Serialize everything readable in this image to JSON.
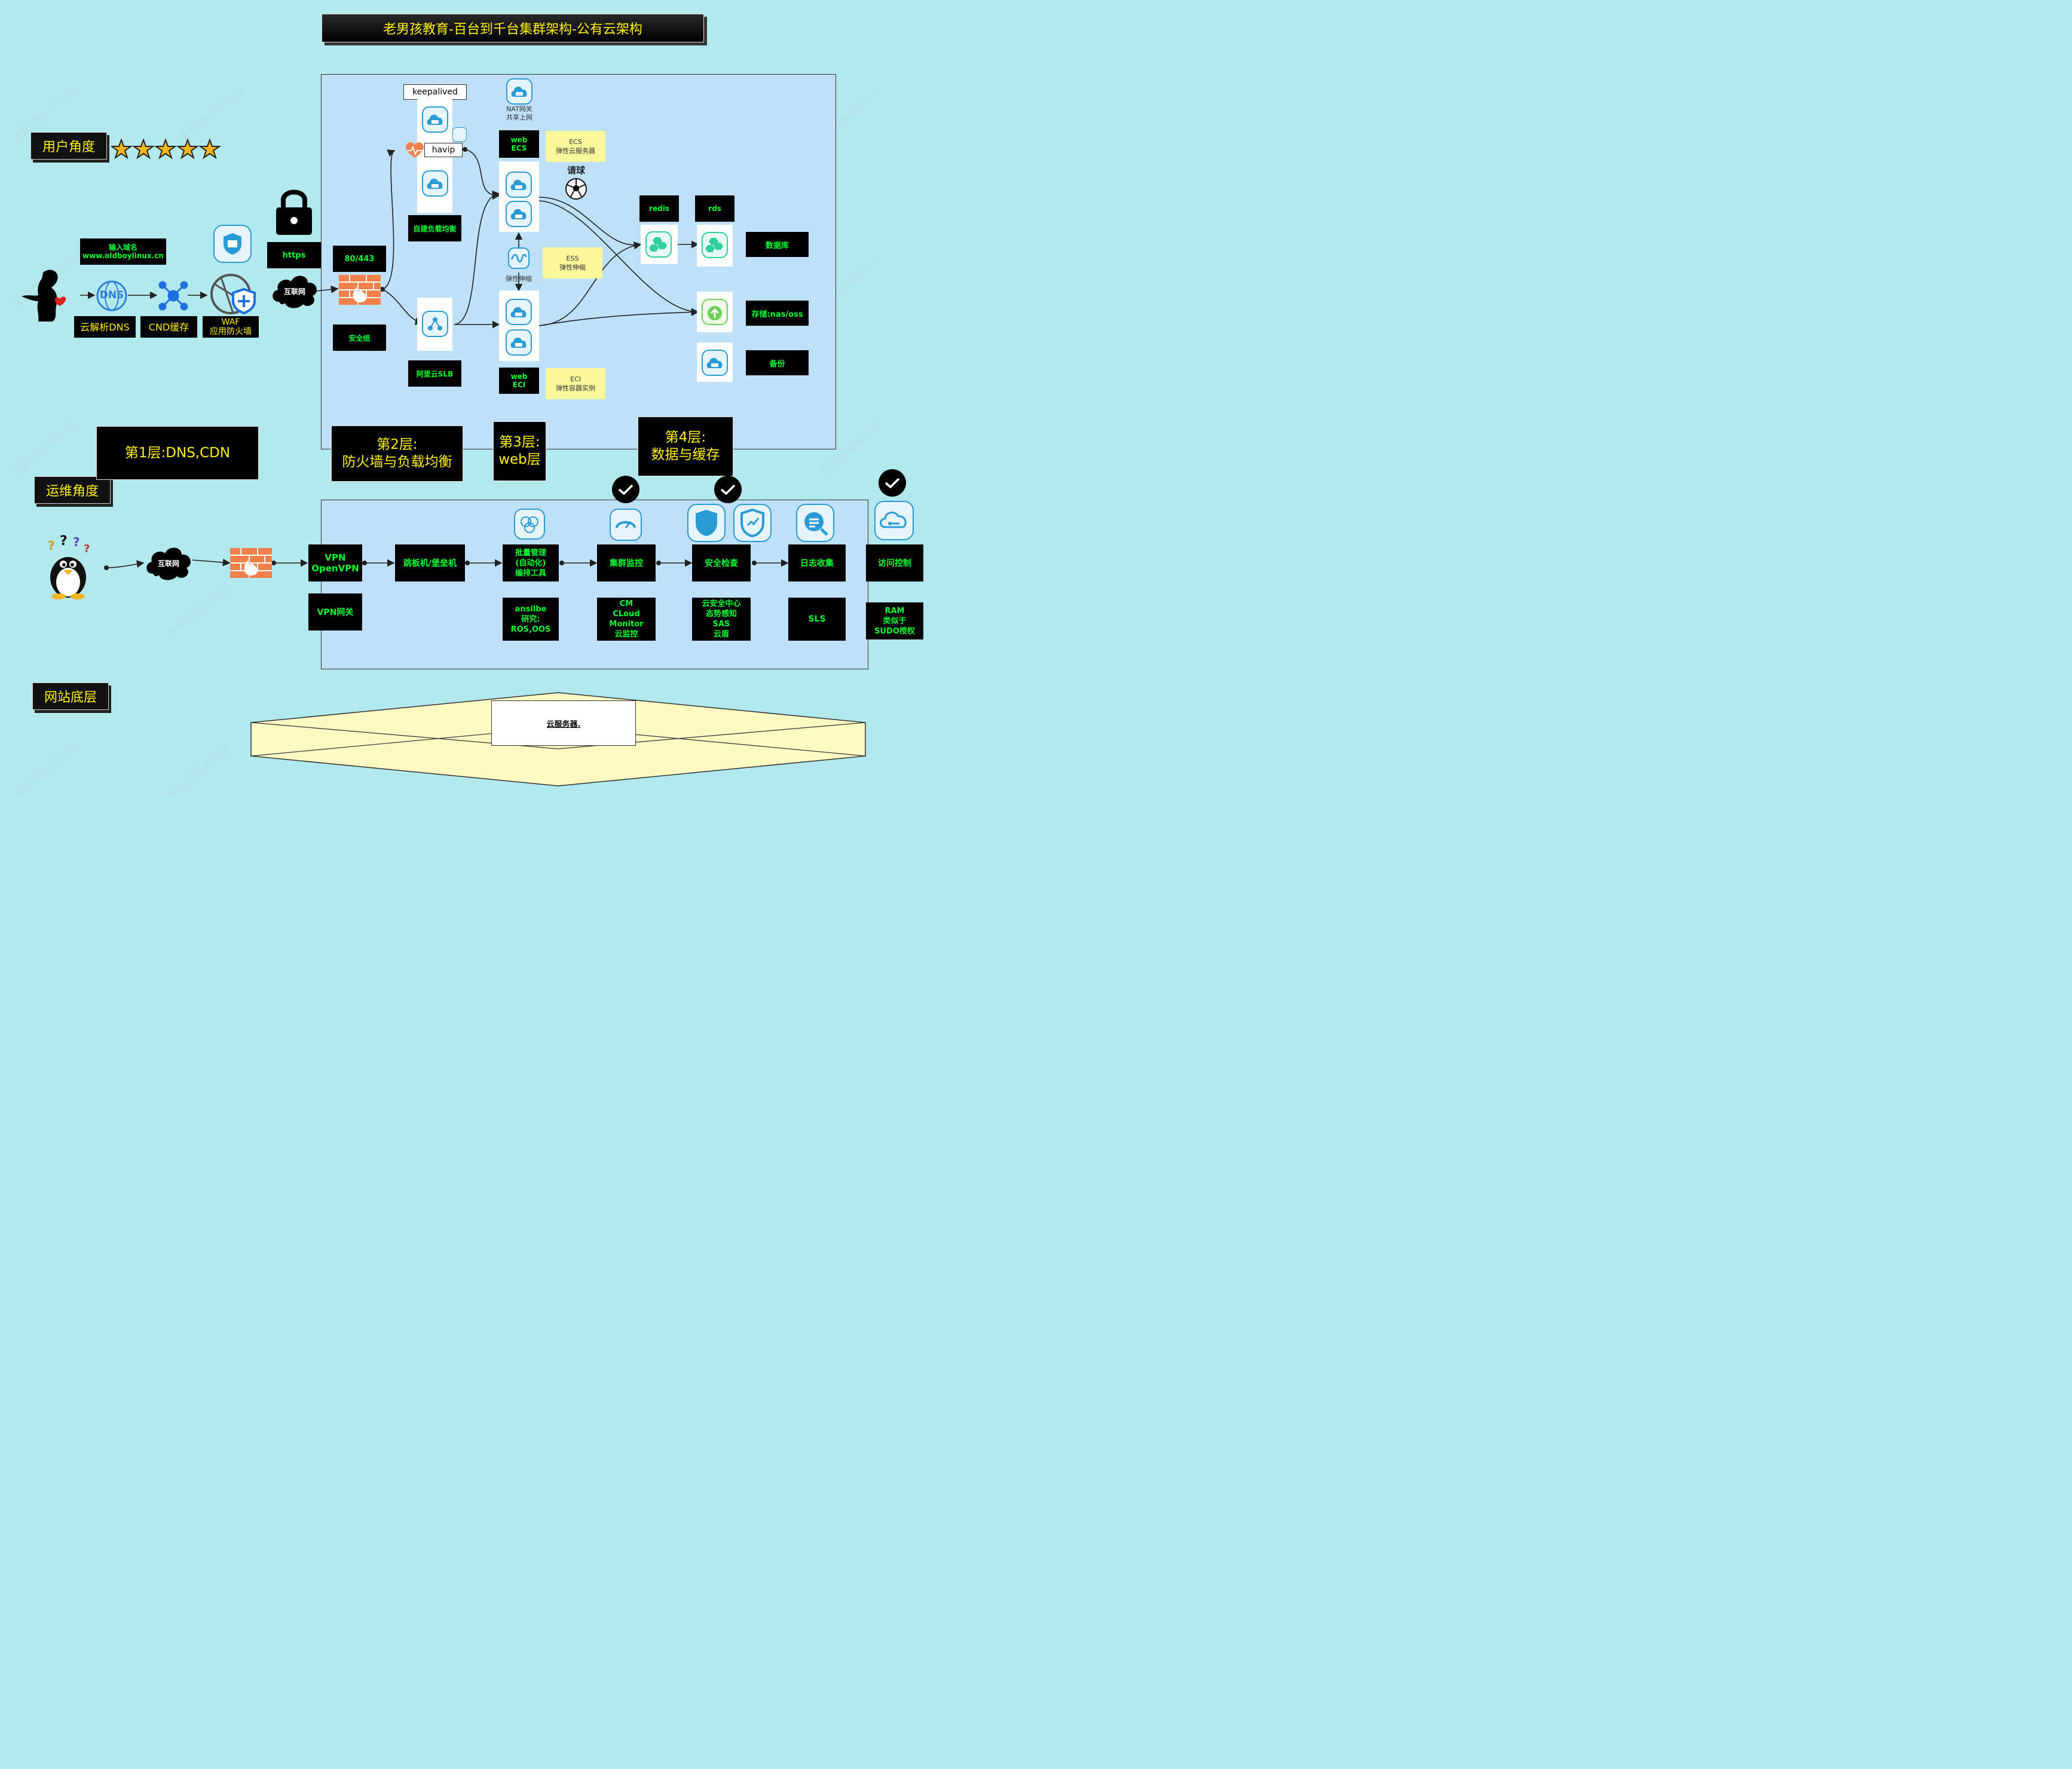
{
  "title": "老男孩教育-百台到千台集群架构-公有云架构",
  "watermark": "老男孩教育-李导996",
  "side_labels": {
    "user": "用户角度",
    "ops": "运维角度",
    "base": "网站底层"
  },
  "user_flow": {
    "domain_box": "输入域名\nwww.oldboylinux.cn",
    "dns_text": "DNS",
    "dns": "云解析DNS",
    "cdn": "CND缓存",
    "waf": "WAF\n应用防火墙",
    "https": "https",
    "internet": "互联网",
    "port": "80/443",
    "sg": "安全组"
  },
  "lb": {
    "keepalived": "keepalived",
    "havip": "havip",
    "self_lb": "自建负载均衡",
    "slb": "阿里云SLB"
  },
  "web": {
    "nat": "NAT网关\n共享上网",
    "ecs_label": "web\nECS",
    "ecs_note": "ECS\n弹性云服务器",
    "ball": "请球",
    "ess_icon": "弹性伸缩",
    "ess_note": "ESS\n弹性伸缩",
    "eci_label": "web\nECI",
    "eci_note": "ECI\n弹性容器实例"
  },
  "data_layer": {
    "redis": "redis",
    "rds": "rds",
    "db": "数据库",
    "storage": "存储:nas/oss",
    "backup": "备份"
  },
  "layers": [
    "第1层:DNS,CDN",
    "第2层:\n防火墙与负载均衡",
    "第3层:\nweb层",
    "第4层:\n数据与缓存"
  ],
  "ops": {
    "internet": "互联网",
    "vpn": "VPN\nOpenVPN",
    "vpn_gw": "VPN网关",
    "jump": "跳板机/堡垒机",
    "batch": "批量管理\n(自动化)\n编排工具",
    "batch_sub": "ansilbe\n研究:\nROS,OOS",
    "monitor": "集群监控",
    "monitor_sub": "CM\nCLoud\nMonitor\n云监控",
    "security": "安全检查",
    "security_sub": "云安全中心\n态势感知\nSAS\n云盾",
    "log": "日志收集",
    "log_sub": "SLS",
    "access": "访问控制",
    "access_sub": "RAM\n类似于\nSUDO授权"
  },
  "base": {
    "server": "云服务器."
  },
  "colors": {
    "bg": "#b2e9ef",
    "panel": "#bee0f8",
    "accent_green": "#00ff33",
    "accent_yellow": "#fff200",
    "icon_blue": "#2b9bd6",
    "icon_teal": "#2fcfa0",
    "note": "#fcf99b"
  },
  "stars": 5
}
